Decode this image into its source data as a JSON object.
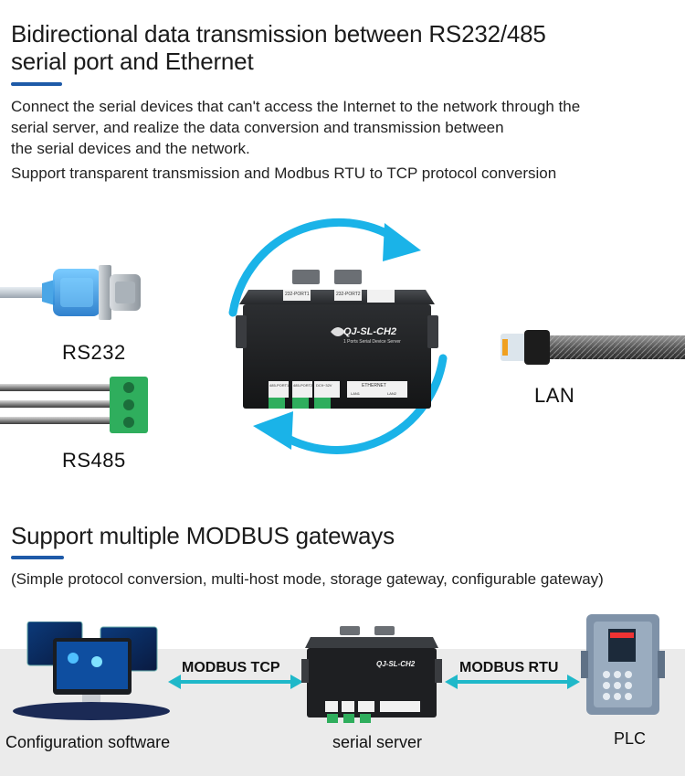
{
  "section1": {
    "title_line1": "Bidirectional data transmission between RS232/485",
    "title_line2": "serial port and Ethernet",
    "desc_line1": "Connect the serial devices that can't access the Internet to the network through the",
    "desc_line2": "serial server, and realize the data conversion and transmission between",
    "desc_line3": "the serial devices and the network.",
    "desc_line4": "Support transparent transmission and Modbus RTU to TCP protocol conversion",
    "device_model": "QJ-SL-CH2",
    "device_subtitle": "1 Ports Serial Device Server",
    "port_labels": {
      "rs232_port1": "232-PORT1",
      "rs232_port2": "232-PORT2",
      "rs485_port1": "485-PORT1",
      "rs485_port2": "485-PORT2",
      "dc": "DC9~32V",
      "ethernet": "ETHERNET",
      "lan1": "LAN1",
      "lan2": "LAN2"
    },
    "labels": {
      "rs232": "RS232",
      "rs485": "RS485",
      "lan": "LAN"
    }
  },
  "section2": {
    "title": "Support multiple MODBUS gateways",
    "subtitle": "(Simple protocol conversion, multi-host mode, storage gateway, configurable gateway)",
    "left_arrow_label": "MODBUS TCP",
    "right_arrow_label": "MODBUS RTU",
    "caption_software": "Configuration software",
    "caption_server": "serial server",
    "caption_plc": "PLC",
    "device_model": "QJ-SL-CH2"
  },
  "colors": {
    "accent": "#1e5aa8",
    "cycle": "#1ab3e8",
    "arrow": "#1fb8c9",
    "band": "#ebebeb"
  }
}
